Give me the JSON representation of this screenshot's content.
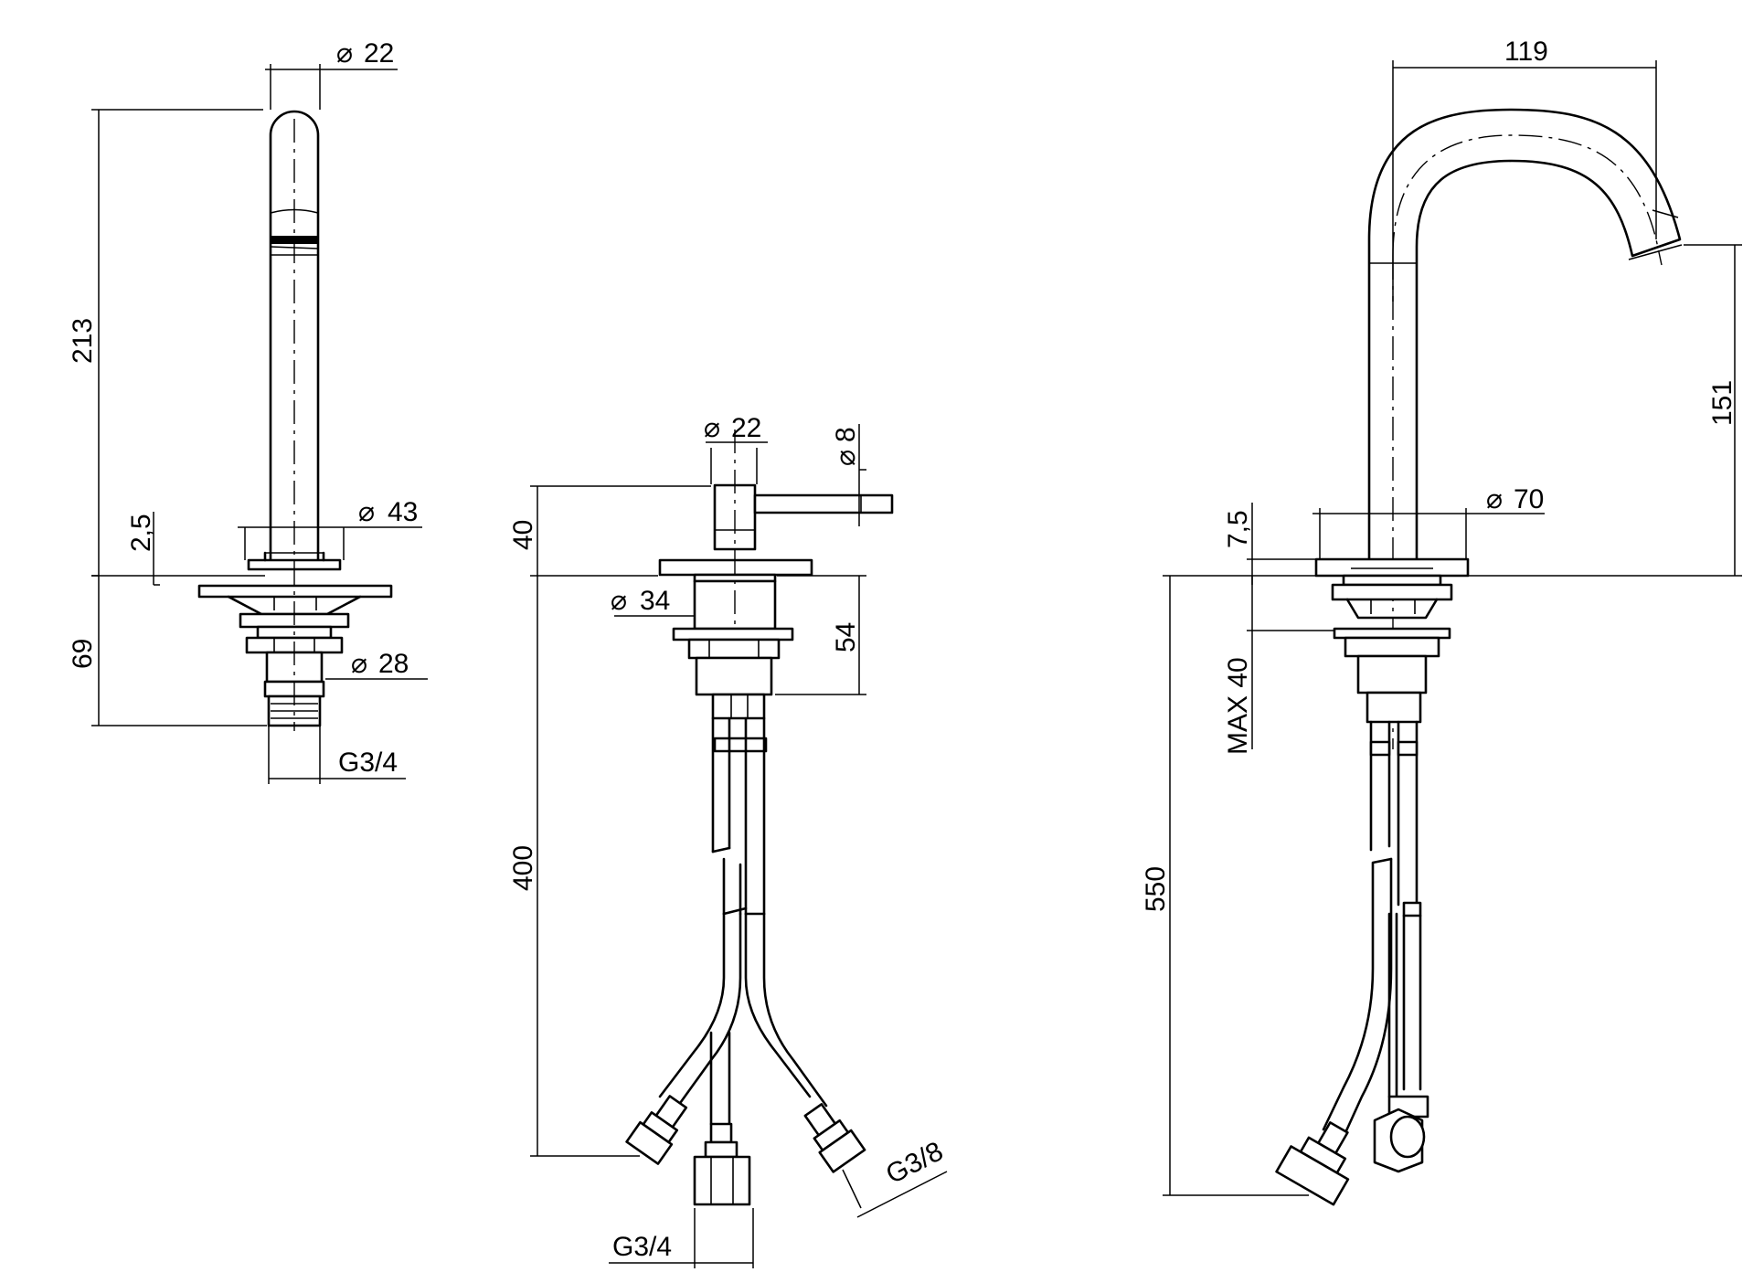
{
  "views": {
    "spout": {
      "labels": {
        "diameter_top": "22",
        "height": "213",
        "plate_thickness": "2,5",
        "diameter_base": "43",
        "below_height": "69",
        "diameter_shank": "28",
        "thread": "G3/4"
      }
    },
    "mixer": {
      "labels": {
        "diameter_body": "22",
        "lever_diameter": "8",
        "height": "40",
        "diameter_base": "34",
        "shank_length": "54",
        "hose_length": "400",
        "thread_hose": "G3/8",
        "thread_main": "G3/4"
      }
    },
    "gooseneck": {
      "labels": {
        "reach": "119",
        "spout_height": "151",
        "diameter_base": "70",
        "plate_thickness": "7,5",
        "max_deck": "MAX 40",
        "hose_length": "550"
      }
    }
  },
  "symbols": {
    "diameter": "⌀"
  },
  "colors": {
    "line": "#000000",
    "background": "#ffffff"
  }
}
